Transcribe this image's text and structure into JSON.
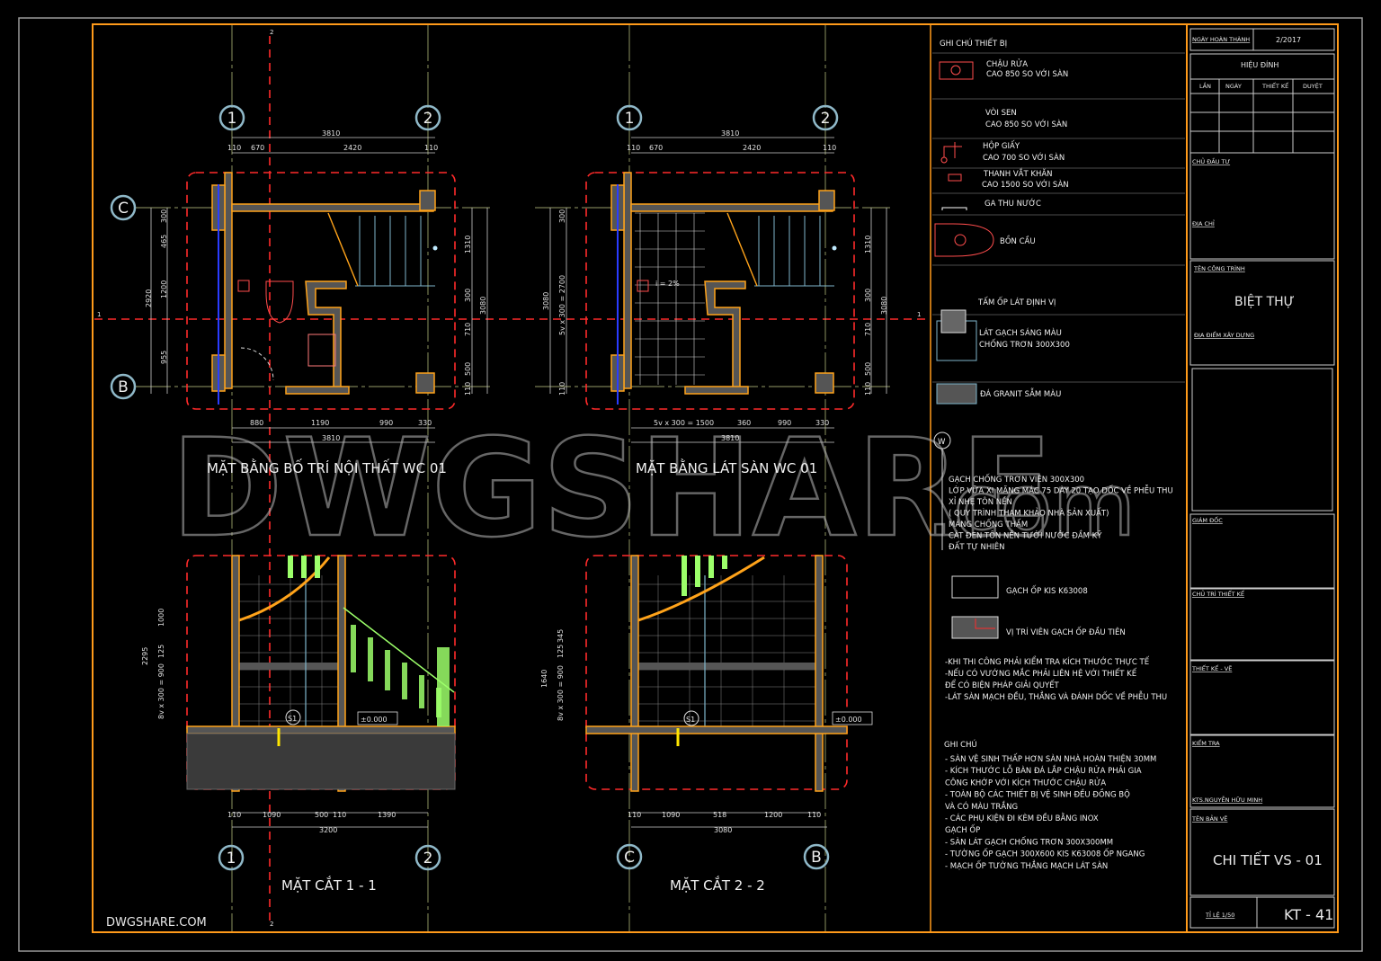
{
  "colors": {
    "frame": "#ff9a1a",
    "section_line": "#ff2a2a",
    "wall_outline": "#ffa31a",
    "grid_bubble": "#8fb8c8",
    "stair": "#7fb6cc",
    "baluster": "#9cff6a",
    "background": "#000000"
  },
  "watermark": {
    "text": "DWGSHARE",
    "suffix": ".com",
    "footer": "DWGSHARE.COM"
  },
  "grid": {
    "c1": "1",
    "c2": "2",
    "rC": "C",
    "rB": "B",
    "sec1": "1",
    "sec2": "2"
  },
  "plan1": {
    "title": "MẶT BẰNG BỐ TRÍ NỘI THẤT WC 01",
    "top": [
      "3810",
      "110",
      "670",
      "2420",
      "110"
    ],
    "bottom": [
      "880",
      "1190",
      "990",
      "330",
      "3810"
    ],
    "left": [
      "300",
      "465",
      "1200",
      "955",
      "2920"
    ],
    "right": [
      "1310",
      "300",
      "710",
      "500",
      "110",
      "3080"
    ]
  },
  "plan2": {
    "title": "MẶT BẰNG LÁT SÀN WC 01",
    "top": [
      "3810",
      "110",
      "670",
      "2420",
      "110"
    ],
    "bottom": [
      "5v x 300 = 1500",
      "360",
      "990",
      "330",
      "3810"
    ],
    "left": [
      "300",
      "3080",
      "5v x 300 = 2700",
      "110"
    ],
    "right": [
      "1310",
      "300",
      "710",
      "500",
      "110",
      "3080"
    ],
    "slope": "i = 2%"
  },
  "section1": {
    "title": "MẶT CẮT 1 - 1",
    "bottom": [
      "110",
      "1090",
      "500",
      "110",
      "1390",
      "3200"
    ],
    "left": [
      "2295",
      "1000",
      "125",
      "8v x 300 = 900"
    ],
    "level": "±0.000",
    "tag": "S1"
  },
  "section2": {
    "title": "MẶT CẮT 2 - 2",
    "bottom": [
      "110",
      "1090",
      "518",
      "1200",
      "110",
      "3080"
    ],
    "left": [
      "1640",
      "8v x 300 = 900",
      "125",
      "345"
    ],
    "level": "±0.000",
    "tag": "S1"
  },
  "legend": {
    "heading": "GHI CHÚ THIẾT BỊ",
    "items": [
      {
        "icon": "sink-icon",
        "l1": "CHẬU RỬA",
        "l2": "CAO 850 SO VỚI SÀN"
      },
      {
        "icon": "shower-icon",
        "l1": "VÒI SEN",
        "l2": "CAO 850 SO VỚI SÀN"
      },
      {
        "icon": "paper-holder-icon",
        "l1": "HỘP GIẤY",
        "l2": "CAO 700 SO VỚI SÀN"
      },
      {
        "icon": "towel-bar-icon",
        "l1": "THANH VẮT KHĂN",
        "l2": "CAO 1500 SO VỚI SÀN"
      },
      {
        "icon": "floor-drain-icon",
        "l1": "GA THU NƯỚC",
        "l2": ""
      },
      {
        "icon": "toilet-icon",
        "l1": "BỒN CẦU",
        "l2": ""
      }
    ],
    "tile_locator": "TẤM ỐP LÁT ĐỊNH VỊ",
    "light_tile_1": "LÁT GẠCH SÁNG MÀU",
    "light_tile_2": "CHỐNG TRƠN 300X300",
    "granite": "ĐÁ GRANIT SẪM MÀU",
    "layer_tag": "W",
    "layers": [
      "GẠCH CHỐNG TRƠN VIÊN 300X300",
      "LỚP VỮA XI MĂNG MÁC 75 DÀY 20 TẠO DỐC VỀ PHỄU THU",
      "XỈ NHẸ TÔN NỀN",
      "( QUY TRÌNH THAM KHẢO NHÀ SẢN XUẤT)",
      "MÀNG CHỐNG THẤM",
      "CÁT ĐEN TÔN NỀN TƯỚI NƯỚC ĐẦM KỸ",
      "ĐẤT TỰ NHIÊN"
    ],
    "wall_tile": "GẠCH ỐP KIS K63008",
    "first_tile": "VỊ TRÍ VIÊN GẠCH ỐP ĐẦU TIÊN",
    "notes1": [
      "-KHI THI CÔNG PHẢI KIỂM TRA KÍCH THƯỚC THỰC TẾ",
      "-NẾU CÓ VƯỚNG MẮC PHẢI LIÊN HỆ VỚI THIẾT KẾ",
      "ĐỂ CÓ BIỆN PHÁP GIẢI QUYẾT",
      "-LÁT SÀN MẠCH ĐỀU, THẲNG VÀ ĐÁNH DỐC VỀ PHỄU THU"
    ],
    "notes_heading": "GHI CHÚ",
    "notes2": [
      "- SÀN VỆ SINH THẤP HƠN SÀN NHÀ HOÀN THIỆN 30MM",
      "- KÍCH THƯỚC LỖ BÀN ĐÁ LẮP CHẬU RỬA PHẢI GIA",
      "  CÔNG KHỚP VỚI KÍCH THƯỚC CHẬU RỬA",
      "- TOÀN BỘ CÁC THIẾT BỊ VỆ SINH ĐỀU ĐỒNG BỘ",
      "VÀ CÓ MÀU TRẮNG",
      "- CÁC PHỤ KIỆN ĐI KÈM ĐỀU BẰNG INOX",
      "  GẠCH ỐP",
      "- SÀN LÁT GẠCH CHỐNG TRƠN 300X300MM",
      "- TƯỜNG ỐP GẠCH 300X600 KIS K63008 ỐP NGANG",
      "- MẠCH ỐP TƯỜNG THẲNG MẠCH LÁT SÀN"
    ]
  },
  "titleblock": {
    "completion_label": "NGÀY HOÀN THÀNH",
    "completion_value": "2/2017",
    "revision": "HIỆU ĐÍNH",
    "rev_cols": [
      "LẦN",
      "NGÀY",
      "THIẾT KẾ",
      "DUYỆT"
    ],
    "owner": "CHỦ ĐẦU TƯ",
    "address": "ĐỊA CHỈ",
    "project_label": "TÊN CÔNG TRÌNH",
    "project": "BIỆT THỰ",
    "location": "ĐỊA ĐIỂM XÂY DỰNG",
    "director": "GIÁM ĐỐC",
    "chief": "CHỦ TRÌ THIẾT KẾ",
    "designer": "THIẾT KẾ - VẼ",
    "checker": "KIỂM TRA",
    "checker_name": "KTS.NGUYỄN HỮU MINH",
    "drawing_label": "TÊN BẢN VẼ",
    "drawing": "CHI TIẾT VS - 01",
    "scale": "TỈ LỆ 1/50",
    "sheet": "KT - 41"
  }
}
